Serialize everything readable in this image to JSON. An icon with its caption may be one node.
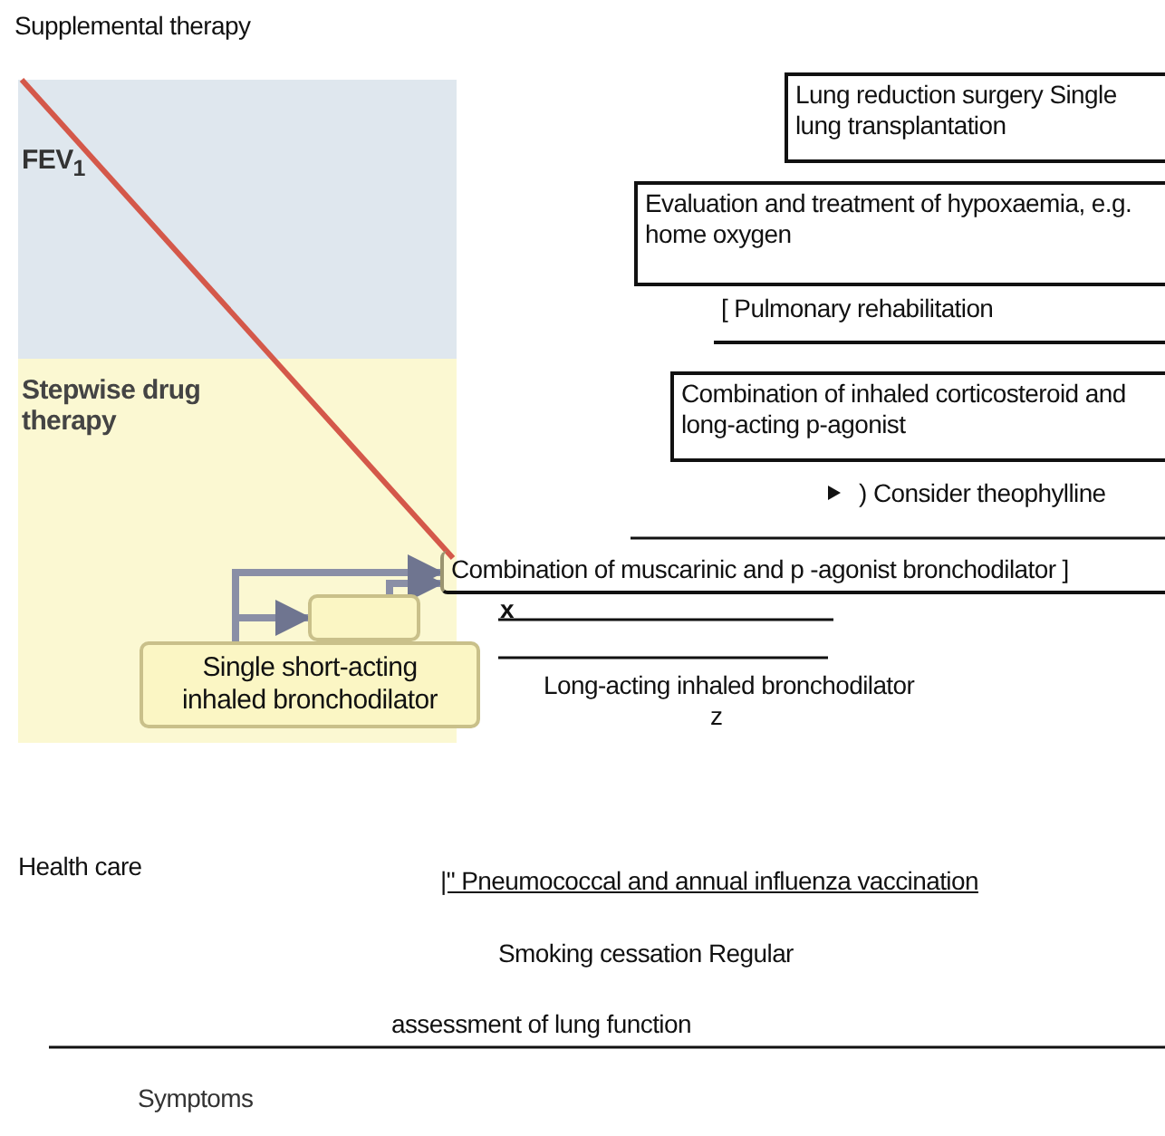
{
  "diagram": {
    "nodes": [
      {
        "text": [
          "Lung reduction surgery Single lung transplantation"
        ]
      },
      {
        "text": [
          "Evaluation and treatment of hypoxaemia, e.g. home oxygen"
        ]
      },
      {
        "text": [
          "[ Pulmonary rehabilitation"
        ]
      },
      {
        "text": [
          "Combination of inhaled corticosteroid and long-acting p-agonist"
        ]
      },
      {
        "text": [
          ") Consider theophylline"
        ]
      },
      {
        "text": [
          "Combination of muscarinic and p -agonist bronchodilator ]"
        ]
      },
      {
        "text": [],
        "shape": "box"
      },
      {
        "text": [
          "Single short-acting inhaled bronchodilator"
        ]
      },
      {
        "text": [
          "Long-acting inhaled bronchodilator"
        ]
      }
    ],
    "edges": [
      {
        "from": 7,
        "to": 5,
        "arrow": "to"
      },
      {
        "from": 7,
        "to": 6,
        "arrow": "to"
      },
      {
        "from": 6,
        "to": 5,
        "arrow": "to"
      }
    ],
    "labels": [
      "Supplemental therapy",
      "FEV$_{1}$",
      "Stepwise drug therapy",
      "x",
      "z",
      "Health care",
      "|\" Pneumococcal and annual influenza vaccination",
      "Smoking cessation Regular",
      "assessment of lung function",
      "Symptoms"
    ]
  }
}
